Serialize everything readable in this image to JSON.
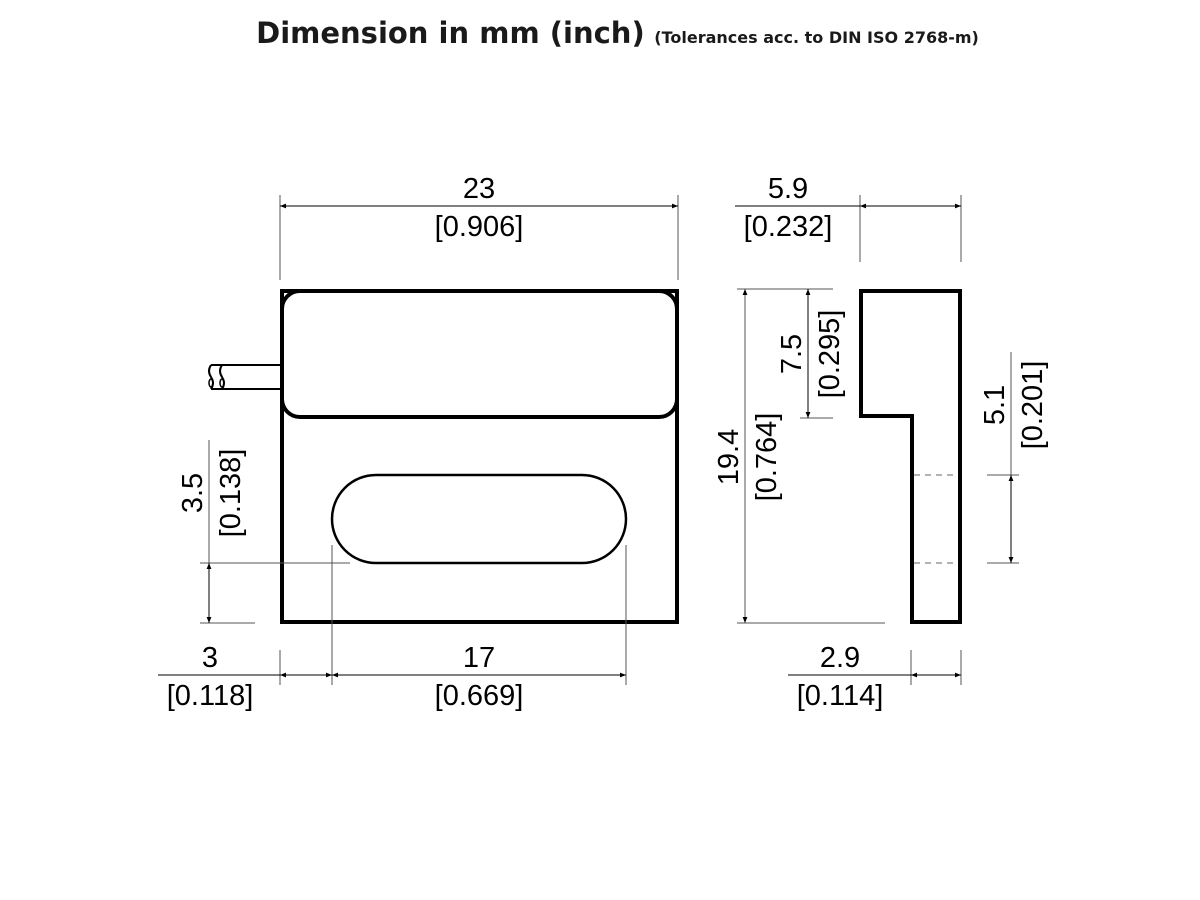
{
  "title": {
    "main": "Dimension in mm (inch)",
    "sub": "(Tolerances acc. to DIN ISO 2768-m)"
  },
  "colors": {
    "outline": "#000000",
    "dimension_line": "#555555",
    "background": "#ffffff"
  },
  "front_view": {
    "width": {
      "mm": "23",
      "inch": "[0.906]"
    },
    "slot_length": {
      "mm": "17",
      "inch": "[0.669]"
    },
    "slot_offset": {
      "mm": "3",
      "inch": "[0.118]"
    },
    "slot_height_from_bottom": {
      "mm": "3.5",
      "inch": "[0.138]"
    }
  },
  "side_view": {
    "depth": {
      "mm": "5.9",
      "inch": "[0.232]"
    },
    "height": {
      "mm": "19.4",
      "inch": "[0.764]"
    },
    "upper_section": {
      "mm": "7.5",
      "inch": "[0.295]"
    },
    "slot_span": {
      "mm": "5.1",
      "inch": "[0.201]"
    },
    "lower_thickness": {
      "mm": "2.9",
      "inch": "[0.114]"
    }
  }
}
